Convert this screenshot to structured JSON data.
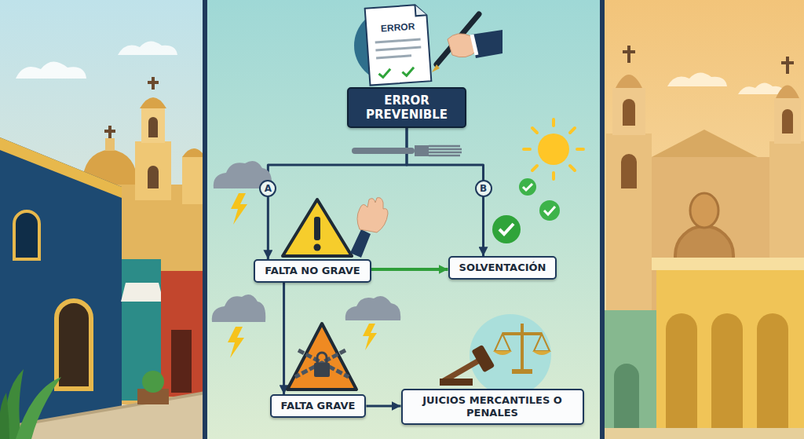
{
  "diagram": {
    "nodes": [
      {
        "text": [
          "ERROR PREVENIBLE"
        ]
      },
      {
        "text": [
          "FALTA NO GRAVE"
        ]
      },
      {
        "text": [
          "SOLVENTACIÓN"
        ]
      },
      {
        "text": [
          "FALTA GRAVE"
        ]
      },
      {
        "text": [
          "JUICIOS MERCANTILES O PENALES"
        ]
      }
    ],
    "edges": [
      {
        "from": 0,
        "to": 1,
        "label": "A",
        "arrow": "to"
      },
      {
        "from": 0,
        "to": 2,
        "label": "B",
        "arrow": "to"
      },
      {
        "from": 1,
        "to": 2,
        "arrow": "to"
      },
      {
        "from": 1,
        "to": 3,
        "arrow": "to"
      },
      {
        "from": 3,
        "to": 4,
        "arrow": "to"
      }
    ],
    "labels": [
      "ERROR"
    ]
  }
}
